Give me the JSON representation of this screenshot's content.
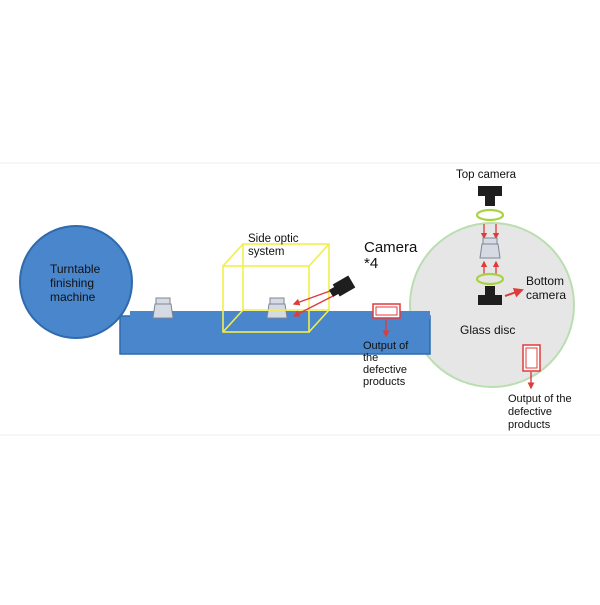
{
  "labels": {
    "turntable": [
      "Turntable",
      "finishing",
      "machine"
    ],
    "side_optic": [
      "Side optic",
      "system"
    ],
    "camera4": [
      "Camera",
      "*4"
    ],
    "top_camera": "Top camera",
    "bottom_camera": [
      "Bottom",
      "camera"
    ],
    "glass_disc": "Glass disc",
    "output_left": [
      "Output of",
      "the",
      "defective",
      "products"
    ],
    "output_right": [
      "Output of the",
      "defective",
      "products"
    ]
  },
  "colors": {
    "belt": "#4a86cc",
    "belt_edge": "#2f6aae",
    "disc_fill": "#e6e6e6",
    "disc_edge": "#b9deb0",
    "optic_box": "#f1ee4a",
    "arrow": "#e03b3b",
    "camera": "#1e1e1e",
    "ring": "#a8d33f",
    "bottle": "#d6dbe3"
  }
}
